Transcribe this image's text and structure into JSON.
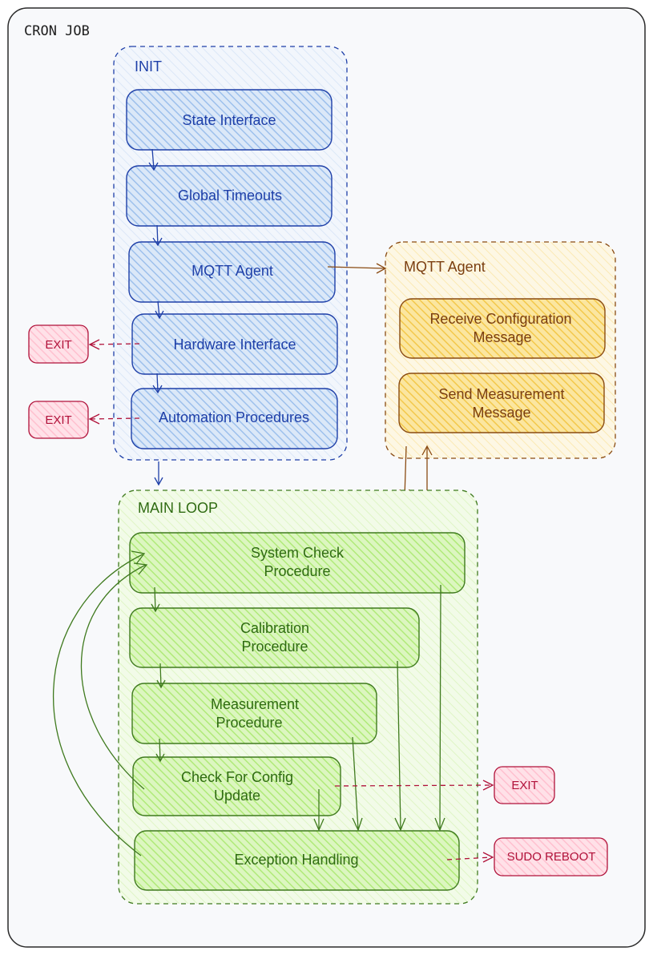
{
  "frame": {
    "title": "CRON JOB"
  },
  "init": {
    "title": "INIT",
    "steps": [
      "State Interface",
      "Global Timeouts",
      "MQTT Agent",
      "Hardware Interface",
      "Automation Procedures"
    ]
  },
  "mqtt": {
    "title": "MQTT Agent",
    "items": [
      {
        "line1": "Receive Configuration",
        "line2": "Message"
      },
      {
        "line1": "Send Measurement",
        "line2": "Message"
      }
    ]
  },
  "main": {
    "title": "MAIN LOOP",
    "steps": [
      {
        "line1": "System Check",
        "line2": "Procedure"
      },
      {
        "line1": "Calibration",
        "line2": "Procedure"
      },
      {
        "line1": "Measurement",
        "line2": "Procedure"
      },
      {
        "line1": "Check For Config",
        "line2": "Update"
      },
      {
        "line1": "Exception Handling",
        "line2": ""
      }
    ]
  },
  "terminals": {
    "exit_hw": "EXIT",
    "exit_auto": "EXIT",
    "exit_config": "EXIT",
    "reboot": "SUDO REBOOT"
  },
  "colors": {
    "blue_stroke": "#1e3fa8",
    "blue_fill": "#a5c8f0",
    "yellow_stroke": "#8a4b12",
    "yellow_fill": "#f5c542",
    "green_stroke": "#3f7a1e",
    "green_fill": "#b2f07a",
    "red_stroke": "#c2185b",
    "red_fill": "#ffc9d6"
  }
}
